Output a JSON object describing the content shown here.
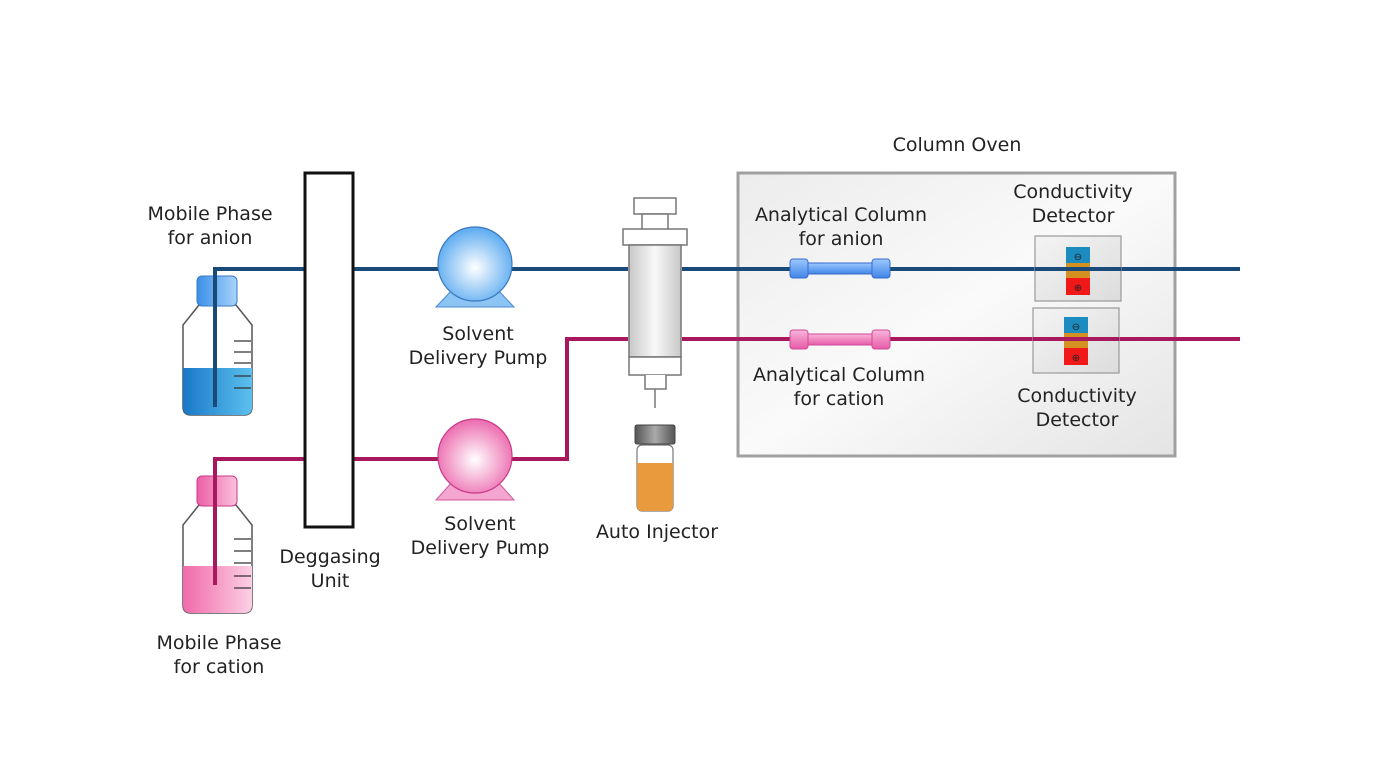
{
  "title": "Ion Chromatography System Flow Diagram",
  "colors": {
    "anion_line": "#1a4a7a",
    "cation_line": "#a8185f",
    "anion_fill": "#3a9ee0",
    "cation_fill": "#f070b0",
    "sample": "#e89a3c",
    "oven_border": "#a0a0a0"
  },
  "labels": {
    "mobile_phase_anion": [
      "Mobile Phase",
      "for anion"
    ],
    "mobile_phase_cation": [
      "Mobile Phase",
      "for cation"
    ],
    "degassing_unit": [
      "Deggasing",
      "Unit"
    ],
    "pump_anion": [
      "Solvent",
      "Delivery Pump"
    ],
    "pump_cation": [
      "Solvent",
      "Delivery Pump"
    ],
    "auto_injector": "Auto Injector",
    "column_oven": "Column Oven",
    "column_anion": [
      "Analytical Column",
      "for anion"
    ],
    "column_cation": [
      "Analytical Column",
      "for cation"
    ],
    "detector_anion": [
      "Conductivity",
      "Detector"
    ],
    "detector_cation": [
      "Conductivity",
      "Detector"
    ]
  },
  "detector_symbols": {
    "top": "⊖",
    "bottom": "⊕"
  }
}
